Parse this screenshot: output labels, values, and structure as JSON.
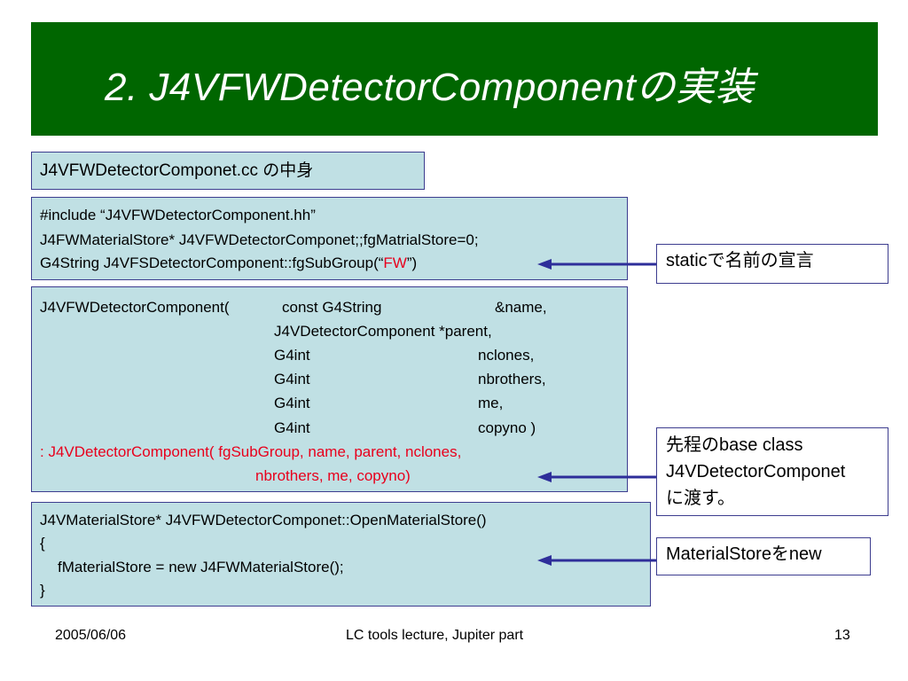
{
  "title": "2. J4VFWDetectorComponentの実装",
  "file_label": "J4VFWDetectorComponet.cc の中身",
  "block1": {
    "line1": "#include “J4VFWDetectorComponent.hh”",
    "line2": "J4FWMaterialStore* J4VFWDetectorComponet;;fgMatrialStore=0;",
    "line3_prefix": "G4String J4VFSDetectorComponent::fgSubGroup(“",
    "line3_red": "FW",
    "line3_suffix": "”)"
  },
  "block2": {
    "ctor_name": "J4VFWDetectorComponent(",
    "params": [
      {
        "type": "const G4String",
        "name": "&name,"
      },
      {
        "type": "J4VDetectorComponent *parent,",
        "name": ""
      },
      {
        "type": "G4int",
        "name": "nclones,"
      },
      {
        "type": "G4int",
        "name": "nbrothers,"
      },
      {
        "type": "G4int",
        "name": "me,"
      },
      {
        "type": "G4int",
        "name": "copyno )"
      }
    ],
    "init_line1": ": J4VDetectorComponent( fgSubGroup, name, parent, nclones,",
    "init_line2": "nbrothers, me, copyno)"
  },
  "block3": {
    "line1": "J4VMaterialStore* J4VFWDetectorComponet::OpenMaterialStore()",
    "line2": "{",
    "line3": "fMaterialStore = new J4FWMaterialStore();",
    "line4": "}"
  },
  "notes": {
    "static": "staticで名前の宣言",
    "base_line1": "先程のbase class",
    "base_line2": "J4VDetectorComponet",
    "base_line3": "に渡す。",
    "material": "MaterialStoreをnew"
  },
  "footer": {
    "date": "2005/06/06",
    "center": "LC tools lecture, Jupiter part",
    "page": "13"
  },
  "colors": {
    "title_bg": "#006600",
    "box_bg": "#c0e0e4",
    "arrow": "#2e2e9a",
    "highlight_red": "#e8001c"
  }
}
